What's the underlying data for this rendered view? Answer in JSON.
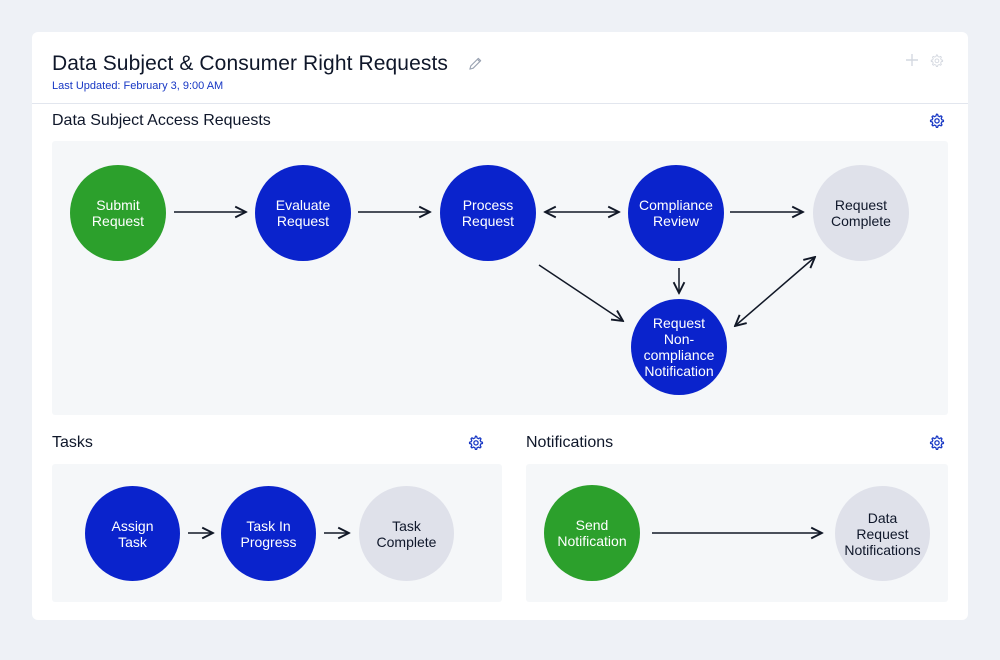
{
  "header": {
    "title": "Data Subject & Consumer Right Requests",
    "last_updated": "Last Updated: February 3, 9:00 AM",
    "icons": [
      "pencil-icon",
      "plus-icon",
      "gear-icon"
    ]
  },
  "sections": {
    "access": {
      "title": "Data Subject Access Requests",
      "nodes": {
        "submit": "Submit\nRequest",
        "evaluate": "Evaluate\nRequest",
        "process": "Process\nRequest",
        "compliance": "Compliance\nReview",
        "complete": "Request\nComplete",
        "noncompliance": "Request\nNon-\ncompliance\nNotification"
      }
    },
    "tasks": {
      "title": "Tasks",
      "nodes": {
        "assign": "Assign\nTask",
        "progress": "Task In\nProgress",
        "complete": "Task\nComplete"
      }
    },
    "notifications": {
      "title": "Notifications",
      "nodes": {
        "send": "Send\nNotification",
        "data": "Data\nRequest\nNotifications"
      }
    }
  },
  "colors": {
    "start": "#2ca02c",
    "active": "#0a23cc",
    "end": "#dfe1ea",
    "accent": "#1737c4"
  }
}
